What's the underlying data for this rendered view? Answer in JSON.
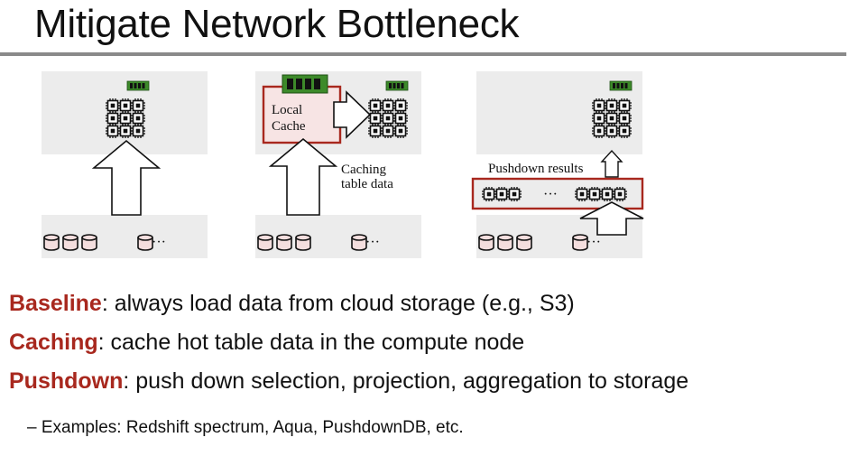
{
  "title": "Mitigate Network Bottleneck",
  "diagram": {
    "local_cache_label_line1": "Local",
    "local_cache_label_line2": "Cache",
    "caching_label_line1": "Caching",
    "caching_label_line2": "table data",
    "pushdown_label": "Pushdown results",
    "ellipsis": "···"
  },
  "bullets": [
    {
      "term": "Baseline",
      "text": ": always load data from cloud storage (e.g., S3)"
    },
    {
      "term": "Caching",
      "text": ": cache hot table data in the compute node"
    },
    {
      "term": "Pushdown",
      "text": ": push down selection, projection, aggregation to storage"
    }
  ],
  "sub_bullet": "– Examples: Redshift spectrum, Aqua, PushdownDB, etc.",
  "colors": {
    "accent": "#a8281e",
    "panel": "#ececec",
    "memory": "#3d8a2a"
  }
}
